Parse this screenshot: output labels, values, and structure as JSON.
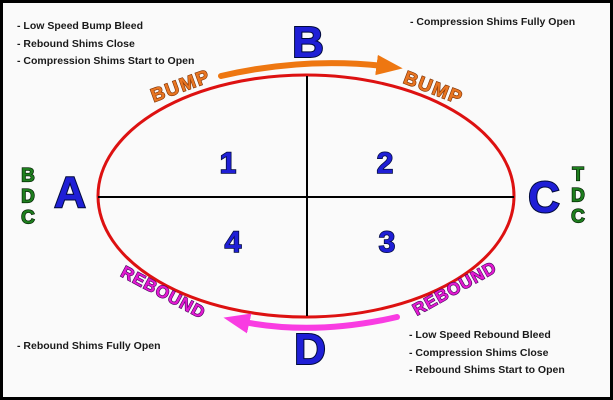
{
  "diagram_title": "Suspension stroke bump/rebound quadrant diagram",
  "stroke_points": {
    "top": "B",
    "right": "C",
    "bottom": "D",
    "left": "A"
  },
  "side_labels": {
    "left": [
      "B",
      "D",
      "C"
    ],
    "right": [
      "T",
      "D",
      "C"
    ]
  },
  "quadrants": {
    "q1": "1",
    "q2": "2",
    "q3": "3",
    "q4": "4"
  },
  "stroke_labels": {
    "bump_left": "BUMP",
    "bump_right": "BUMP",
    "rebound_left": "REBOUND",
    "rebound_right": "REBOUND"
  },
  "annotations": {
    "top_left": [
      "- Low Speed Bump Bleed",
      "- Rebound Shims Close",
      "- Compression Shims Start to Open"
    ],
    "top_right": [
      "- Compression Shims Fully Open"
    ],
    "bottom_left": [
      "- Rebound Shims Fully Open"
    ],
    "bottom_right": [
      "- Low Speed Rebound Bleed",
      "- Compression Shims Close",
      "- Rebound Shims Start to Open"
    ]
  },
  "arrows": {
    "bump_arrow_direction": "left-to-right over top of ellipse",
    "rebound_arrow_direction": "right-to-left under bottom of ellipse"
  },
  "colors": {
    "background": "#fafafa",
    "frame_border": "#000000",
    "ellipse_red": "#dd1111",
    "axis_black": "#000000",
    "letter_blue": "#1f1fd6",
    "green": "#1e7e1e",
    "bump_orange_text": "#e87522",
    "bump_arrow_orange": "#ee7711",
    "rebound_magenta_text": "#e31ad1",
    "rebound_arrow_pink": "#f93ce2",
    "note_text": "#1a1a1a"
  }
}
